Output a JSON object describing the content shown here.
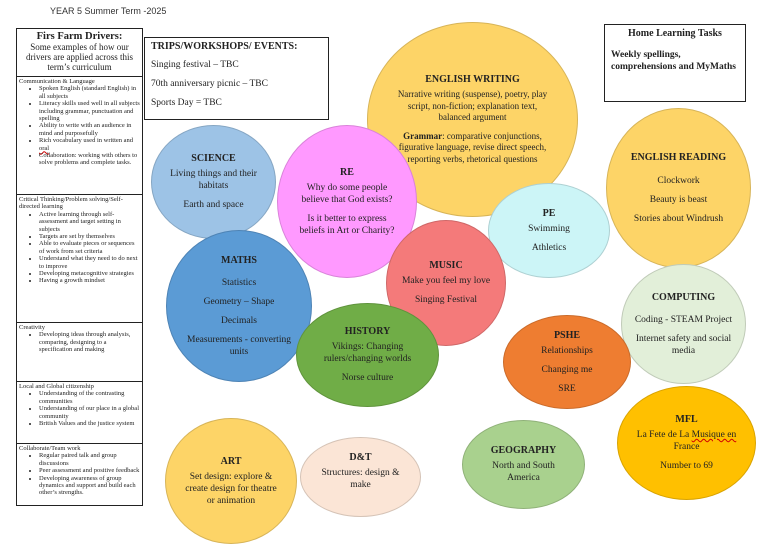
{
  "header": "YEAR 5 Summer Term -2025",
  "drivers": {
    "title": "Firs Farm Drivers:",
    "subtitle": "Some examples of how our drivers are applied across this term’s curriculum",
    "sections": [
      {
        "heading": "Communication & Language",
        "items": [
          "Spoken English (standard English) in all subjects",
          "Literacy skills used well in all subjects including grammar, punctuation and spelling",
          "Ability to write with an audience in mind and purposefully",
          "Rich vocabulary used in written and oral",
          "Collaboration: working with others to solve problems and complete tasks."
        ]
      },
      {
        "heading": "Critical Thinking/Problem solving/Self-directed learning",
        "items": [
          "Active learning through self-assessment and target setting in subjects",
          "Targets are set by themselves",
          "Able to evaluate pieces or sequences of work from set criteria",
          "Understand what they need to do next to improve",
          "Developing metacognitive strategies",
          "Having a growth mindset"
        ]
      },
      {
        "heading": "Creativity",
        "items": [
          "Developing ideas through analysis, comparing, designing to a specification and making"
        ]
      },
      {
        "heading": "Local and Global citizenship",
        "items": [
          "Understanding of the contrasting communities",
          "Understanding of our place in a global community",
          "British Values and the justice system"
        ]
      },
      {
        "heading": "Collaborate/Team work",
        "items": [
          "Regular paired talk and group discussions",
          "Peer assessment and positive feedback",
          "Developing awareness of group dynamics and support and build each other’s strengths."
        ]
      }
    ]
  },
  "trips": {
    "title": "TRIPS/WORKSHOPS/ EVENTS:",
    "lines": [
      "Singing festival  – TBC",
      "70th anniversary  picnic – TBC",
      "Sports Day = TBC"
    ]
  },
  "home_learning": {
    "title": "Home Learning Tasks",
    "body": "Weekly spellings, comprehensions and MyMaths"
  },
  "subjects": {
    "english_writing": {
      "title": "ENGLISH WRITING",
      "lines": [
        "Narrative writing (suspense), poetry, play script, non-fiction; explanation text, balanced argument"
      ],
      "grammar_label": "Grammar",
      "grammar_text": ": comparative conjunctions, figurative language, revise direct speech, reporting verbs, rhetorical questions"
    },
    "science": {
      "title": "SCIENCE",
      "lines": [
        "Living things and their habitats",
        "Earth and space"
      ]
    },
    "re": {
      "title": "RE",
      "lines": [
        "Why do some people believe that God exists?",
        "Is it better to express beliefs in Art or Charity?"
      ]
    },
    "pe": {
      "title": "PE",
      "lines": [
        "Swimming",
        "Athletics"
      ]
    },
    "english_reading": {
      "title": "ENGLISH READING",
      "lines": [
        "Clockwork",
        "Beauty is beast",
        "Stories about Windrush"
      ]
    },
    "maths": {
      "title": "MATHS",
      "lines": [
        "Statistics",
        "Geometry – Shape",
        "Decimals",
        "Measurements - converting units"
      ]
    },
    "music": {
      "title": "MUSIC",
      "lines": [
        "Make you feel my love",
        "Singing Festival"
      ]
    },
    "computing": {
      "title": "COMPUTING",
      "lines": [
        "Coding - STEAM Project",
        "Internet safety and social media"
      ]
    },
    "history": {
      "title": "HISTORY",
      "lines": [
        "Vikings: Changing rulers/changing worlds",
        "Norse culture"
      ]
    },
    "pshe": {
      "title": "PSHE",
      "lines": [
        "Relationships",
        "Changing me",
        "SRE"
      ]
    },
    "mfl": {
      "title": "MFL",
      "lines": [
        "La Fete de La Musique en France",
        "Number to 69"
      ]
    },
    "art": {
      "title": "ART",
      "lines": [
        "Set design: explore  & create design  for theatre or animation"
      ]
    },
    "dt": {
      "title": "D&T",
      "lines": [
        "Structures: design & make"
      ]
    },
    "geography": {
      "title": "GEOGRAPHY",
      "lines": [
        "North and South America"
      ]
    }
  },
  "colors": {
    "yellow": "#fdd467",
    "blue": "#9dc3e6",
    "pink": "#ff99ff",
    "cyan": "#ccf5f7",
    "mid_blue": "#5b9bd5",
    "coral": "#f47a7a",
    "light_green": "#e2efd9",
    "green": "#70ad47",
    "orange": "#ee7d31",
    "gold": "#ffc000",
    "peach": "#fbe5d6",
    "sage": "#a9d18e"
  }
}
